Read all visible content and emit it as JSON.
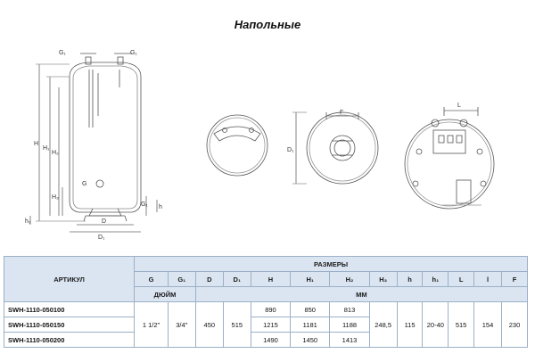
{
  "title": "Напольные",
  "drawing_labels": {
    "g1_left": "G₁",
    "g1_right": "G₁",
    "h": "H",
    "h1_upper": "H₁",
    "h2": "H₂",
    "g": "G",
    "h3": "H₃",
    "g1_bottom": "G₁",
    "h_small": "h",
    "h1_small": "h₁",
    "d": "D",
    "d1": "D₁",
    "f": "F",
    "d1_side": "D₁",
    "l": "L"
  },
  "table": {
    "artikul_label": "АРТИКУЛ",
    "razmery_label": "РАЗМЕРЫ",
    "columns": [
      "G",
      "G₁",
      "D",
      "D₁",
      "H",
      "H₁",
      "H₂",
      "H₃",
      "h",
      "h₁",
      "L",
      "l",
      "F"
    ],
    "unit_inch": "ДЮЙМ",
    "unit_mm": "ММ",
    "rows": [
      {
        "artikul": "SWH-1110-050100",
        "H": "890",
        "H1": "850",
        "H2": "813"
      },
      {
        "artikul": "SWH-1110-050150",
        "H": "1215",
        "H1": "1181",
        "H2": "1188"
      },
      {
        "artikul": "SWH-1110-050200",
        "H": "1490",
        "H1": "1450",
        "H2": "1413"
      }
    ],
    "shared": {
      "G": "1 1/2\"",
      "G1": "3/4\"",
      "D": "450",
      "D1": "515",
      "H3": "248,5",
      "h": "115",
      "h1": "20-40",
      "L": "515",
      "l": "154",
      "F": "230"
    }
  }
}
